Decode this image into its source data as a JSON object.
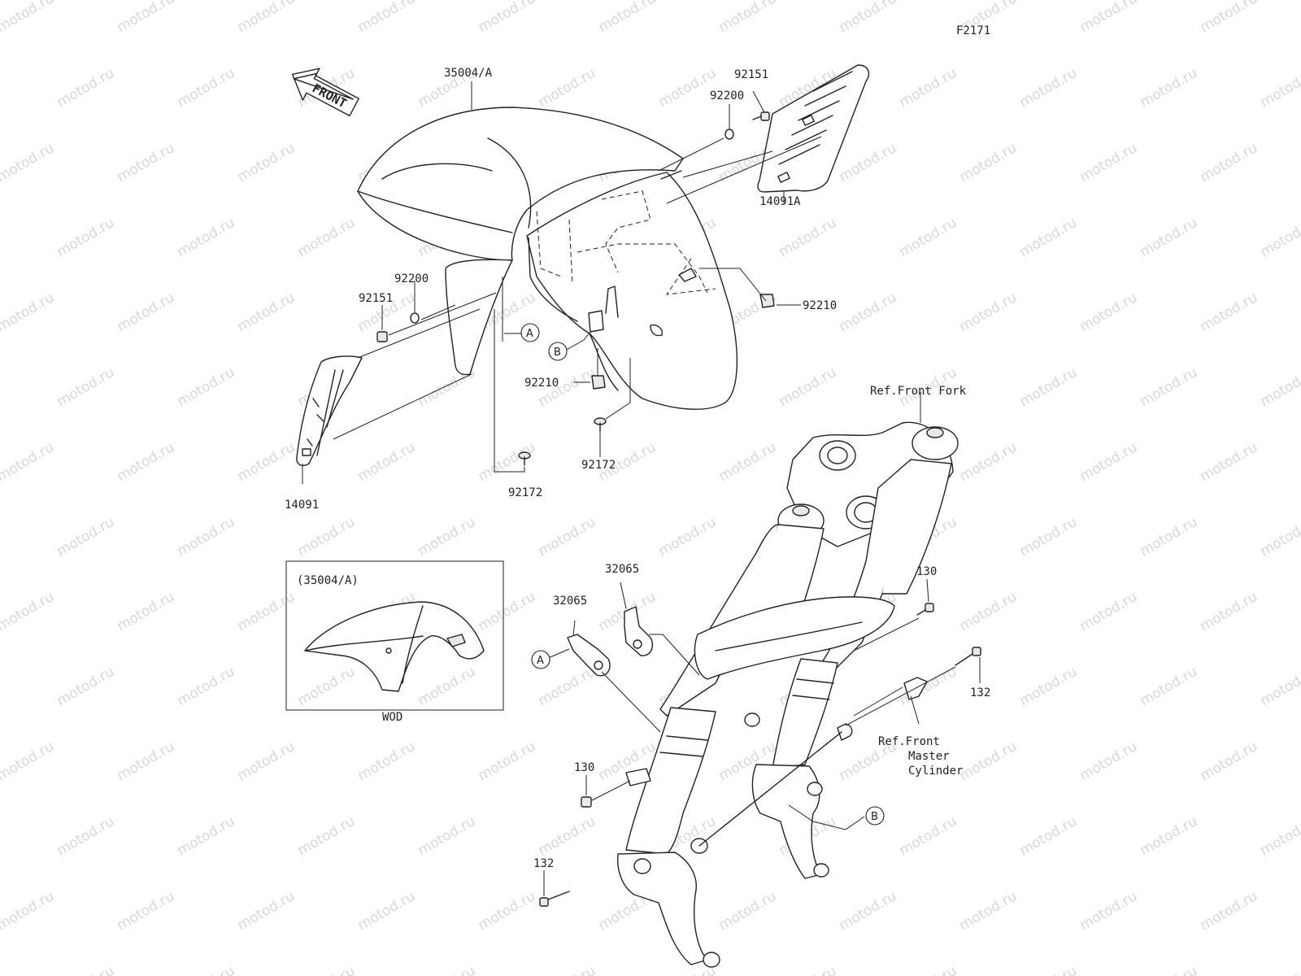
{
  "figure_code": "F2171",
  "direction_arrow": {
    "label": "FRONT"
  },
  "watermark": "motod.ru",
  "part_labels": {
    "fender": "35004/A",
    "bolt_top": "92151",
    "washer_top": "92200",
    "cover_right": "14091A",
    "washer_left": "92200",
    "bolt_left": "92151",
    "nut_right": "92210",
    "nut_center": "92210",
    "screw_center": "92172",
    "screw_left": "92172",
    "cover_left": "14091",
    "fork_ref": "Ref.Front Fork",
    "bolt_130_upper": "130",
    "bolt_132_upper": "132",
    "bracket_upper": "32065",
    "bracket_lower": "32065",
    "bolt_130_lower": "130",
    "bolt_132_lower": "132",
    "master_cyl_ref_1": "Ref.Front",
    "master_cyl_ref_2": "Master",
    "master_cyl_ref_3": "Cylinder"
  },
  "callouts": {
    "a_top": "A",
    "b_top": "B",
    "a_bottom": "A",
    "b_bottom": "B"
  },
  "inset": {
    "title": "(35004/A)",
    "caption": "WOD"
  },
  "colors": {
    "line": "#222222",
    "background": "#ffffff",
    "watermark": "#b8b8b8"
  }
}
